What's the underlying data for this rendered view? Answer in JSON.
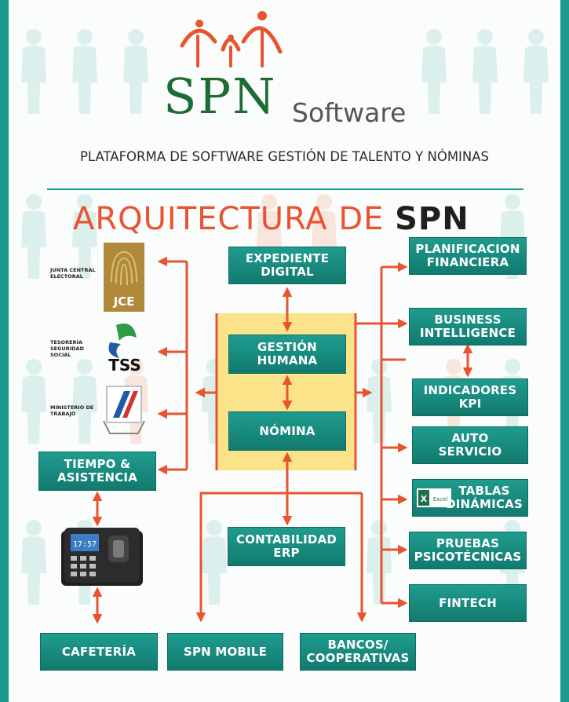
{
  "brand": {
    "name": "SPN",
    "suffix": "Software",
    "tagline": "PLATAFORMA DE SOFTWARE GESTIÓN DE TALENTO Y NÓMINAS",
    "colors": {
      "teal": "#1a9a8d",
      "orange": "#e8542f",
      "green": "#1d6b35",
      "highlight": "#fbe38a"
    }
  },
  "heading": {
    "text": "ARQUITECTURA DE",
    "bold": "SPN"
  },
  "institutions": {
    "jce": {
      "label": "JUNTA CENTRAL\nELECTORAL",
      "logo_text": "JCE"
    },
    "tss": {
      "label": "TESORERÍA\nSEGURIDAD\nSOCIAL",
      "logo_text": "TSS"
    },
    "mt": {
      "label": "MINISTERIO DE\nTRABAJO"
    }
  },
  "clock_display": "17:57",
  "excel_label": "Excel",
  "modules": {
    "expediente": "EXPEDIENTE\nDIGITAL",
    "gestion": "GESTIÓN\nHUMANA",
    "nomina": "NÓMINA",
    "contabilidad": "CONTABILIDAD\nERP",
    "tiempo": "TIEMPO &\nASISTENCIA",
    "cafeteria": "CAFETERÍA",
    "mobile": "SPN MOBILE",
    "bancos": "BANCOS/\nCOOPERATIVAS",
    "planificacion": "PLANIFICACION\nFINANCIERA",
    "bi": "BUSINESS\nINTELLIGENCE",
    "kpi": "INDICADORES\nKPI",
    "auto": "AUTO\nSERVICIO",
    "tablas": "TABLAS\nDINÁMICAS",
    "pruebas": "PRUEBAS\nPSICOTÉCNICAS",
    "fintech": "FINTECH"
  }
}
